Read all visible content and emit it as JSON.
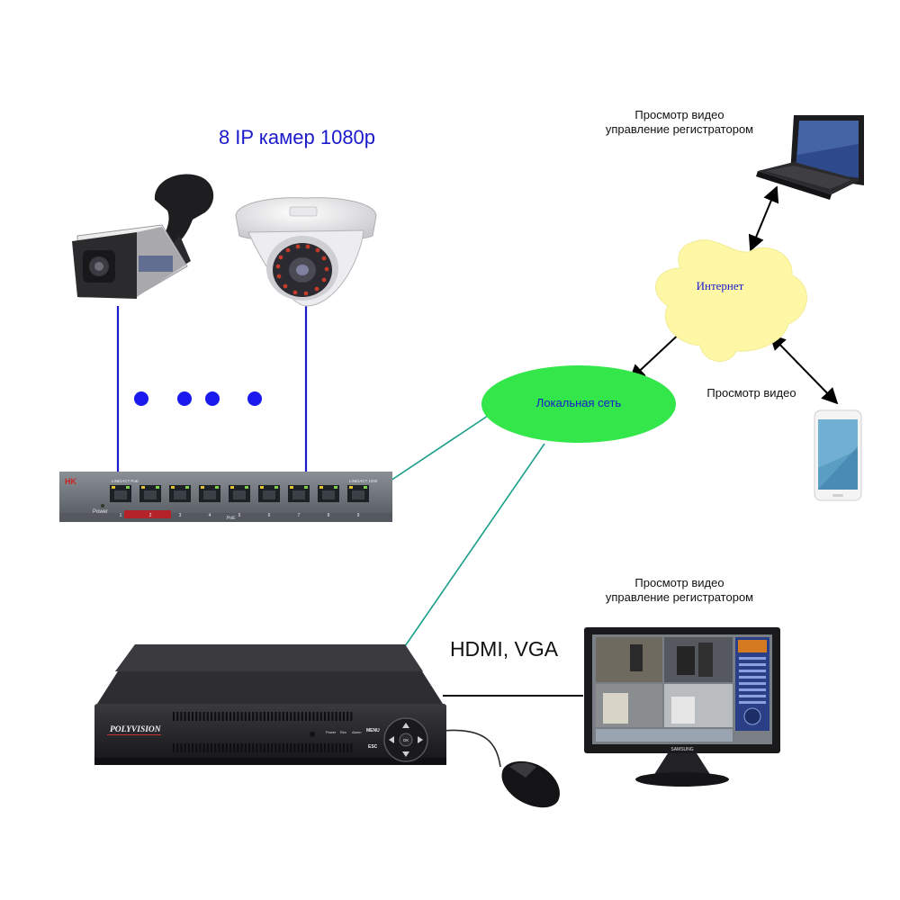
{
  "title": "8 IP камер 1080p",
  "cloud": {
    "label": "Интернет"
  },
  "lan": {
    "label": "Локальная сеть"
  },
  "laptop": {
    "line1": "Просмотр видео",
    "line2": "управление регистратором"
  },
  "phone": {
    "label": "Просмотр видео"
  },
  "monitor": {
    "line1": "Просмотр видео",
    "line2": "управление регистратором",
    "brand": "SAMSUNG"
  },
  "connection": {
    "label": "HDMI, VGA"
  },
  "dvr": {
    "brand": "POLYVISION",
    "buttons": {
      "menu": "MENU",
      "esc": "ESC",
      "ok": "OK"
    },
    "leds": [
      "Power",
      "Rec",
      "Alarm"
    ]
  },
  "switch": {
    "logo": "HK",
    "power": "Power",
    "header1": "LINK/ACT PoE",
    "header2": "LINK/ACT 1000",
    "poe": "PoE",
    "ports": [
      "1",
      "2",
      "3",
      "4",
      "5",
      "6",
      "7",
      "8",
      "9"
    ]
  },
  "colors": {
    "camera_link": "#1a1acc",
    "network_link": "#1aa08a",
    "lan_fill": "#33e64a",
    "cloud_fill": "#fdf7a6",
    "dots": "#1a1aee"
  }
}
